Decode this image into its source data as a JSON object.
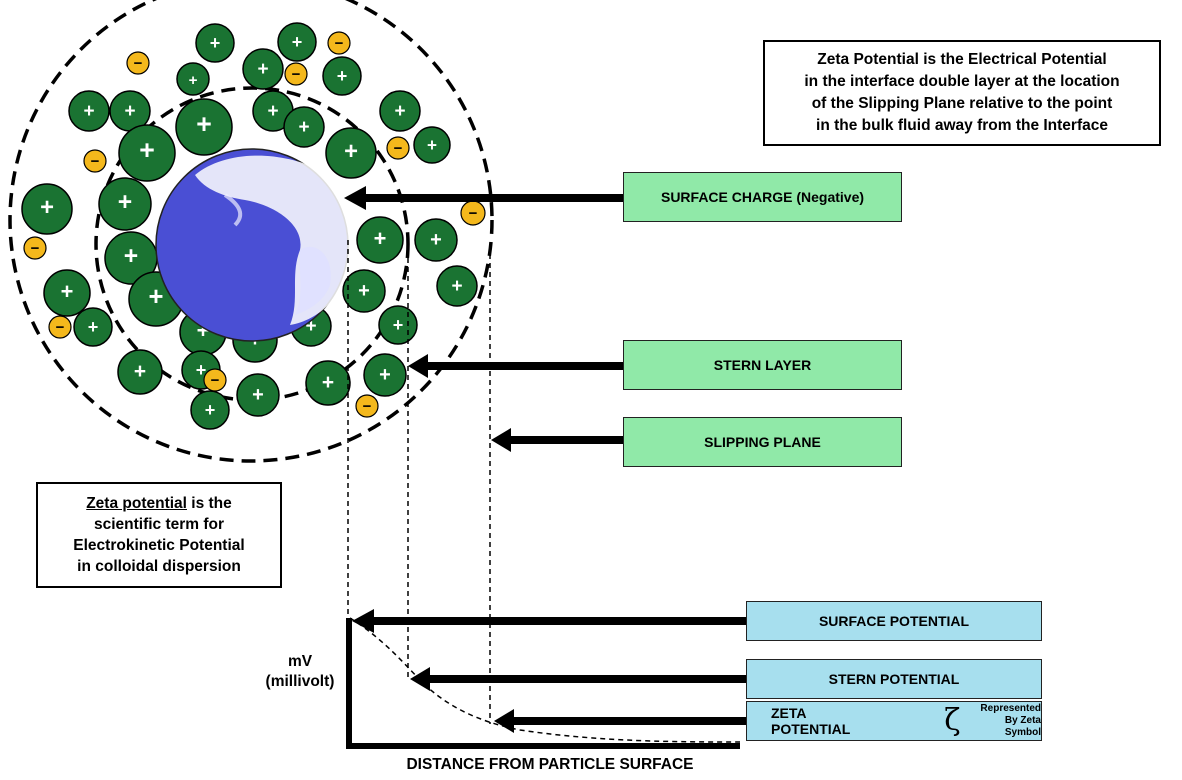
{
  "info_top": {
    "lines": [
      "Zeta Potential is the Electrical Potential",
      "in the interface double layer at the location",
      "of the Slipping Plane relative to the point",
      "in the bulk fluid away from the Interface"
    ]
  },
  "info_left": {
    "underlined": "Zeta potential",
    "line1_rest": " is the",
    "lines": [
      "scientific term for",
      "Electrokinetic Potential",
      "in colloidal dispersion"
    ]
  },
  "labels": {
    "surface_charge": "SURFACE CHARGE (Negative)",
    "stern_layer": "STERN LAYER",
    "slipping_plane": "SLIPPING PLANE",
    "surface_potential": "SURFACE POTENTIAL",
    "stern_potential": "STERN POTENTIAL",
    "zeta_potential": "ZETA POTENTIAL",
    "zeta_symbol": "ζ",
    "represented_1": "Represented",
    "represented_2": "By Zeta Symbol"
  },
  "axis": {
    "y_unit": "mV",
    "y_unit_long": "(millivolt)",
    "x_label": "DISTANCE FROM PARTICLE SURFACE"
  },
  "ions": {
    "positive_symbol": "+",
    "negative_symbol": "−"
  },
  "colors": {
    "particle": "#4a4fd4",
    "positive_ion": "#1a7332",
    "negative_ion": "#f4b81c",
    "label_green": "#90e9a8",
    "label_blue": "#a7dfee"
  }
}
